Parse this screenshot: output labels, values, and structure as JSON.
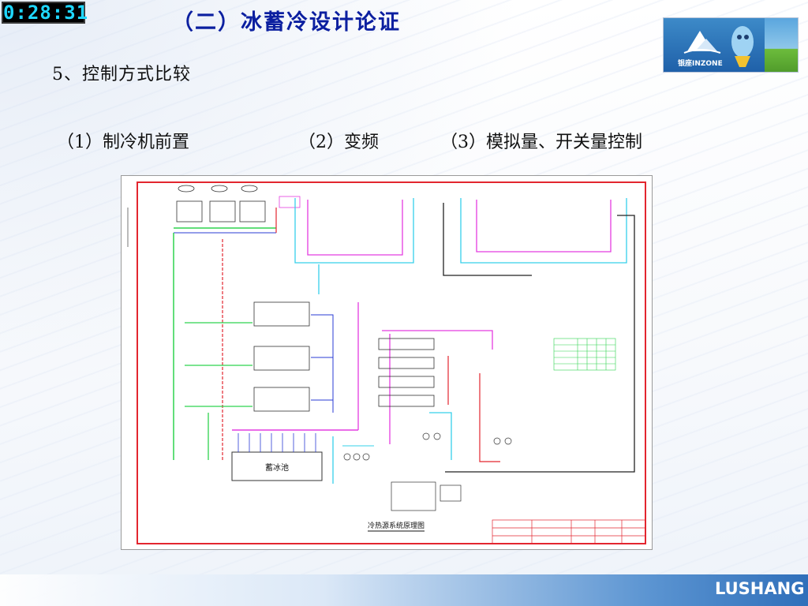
{
  "timer": {
    "value": "0:28:31"
  },
  "slide": {
    "title": "（二）冰蓄冷设计论证",
    "subtitle": "5、控制方式比较",
    "items": [
      "（1）制冷机前置",
      "（2）变频",
      "（3）模拟量、开关量控制"
    ]
  },
  "logo": {
    "text": "银座INZONE"
  },
  "diagram": {
    "pool_label": "蓄冰池",
    "caption": "冷热源系统原理图"
  },
  "footer": {
    "brand": "LUSHANG"
  },
  "colors": {
    "title": "#0b1fa0",
    "timer": "#1fd7ff",
    "diagram_border": "#e3262f",
    "pipe_green": "#2fd34f",
    "pipe_cyan": "#36d0ea",
    "pipe_magenta": "#e43ce0",
    "pipe_blue": "#2a3bd6"
  }
}
